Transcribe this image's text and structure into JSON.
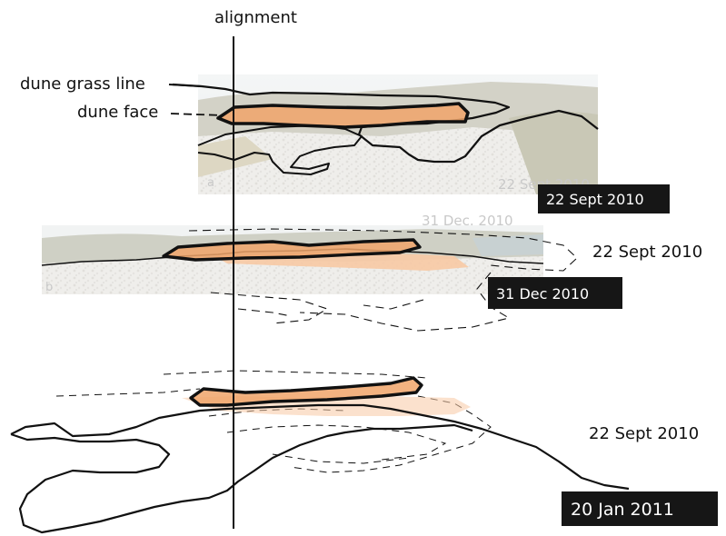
{
  "labels": {
    "alignment": "alignment",
    "dune_grass_line": "dune grass line",
    "dune_face": "dune face"
  },
  "photos": {
    "a": {
      "letter": "a",
      "watermark_date": "22 Sept 2010"
    },
    "b": {
      "letter": "b",
      "watermark_date": "31 Dec. 2010"
    }
  },
  "date_tags": {
    "tag1": "22 Sept 2010",
    "tag2": "31 Dec 2010",
    "tag3": "20 Jan 2011"
  },
  "side_labels": {
    "mid": "22 Sept 2010",
    "lower": "22 Sept 2010"
  },
  "colors": {
    "dune_face_fill": "#f0a46a",
    "dune_face_fill_light": "#f7c9a4",
    "outline": "#111111",
    "tag_bg": "#161616"
  }
}
